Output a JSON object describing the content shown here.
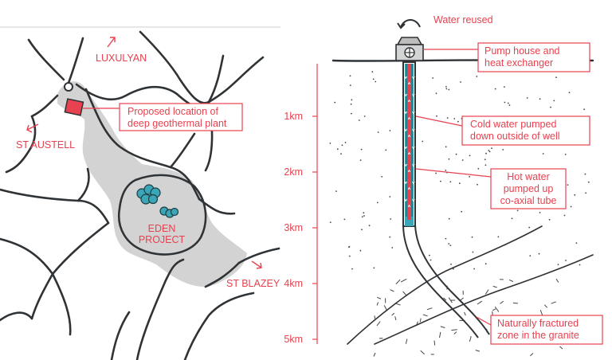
{
  "map": {
    "places": {
      "luxulyan": "LUXULYAN",
      "st_austell": "ST AUSTELL",
      "st_blazey": "ST BLAZEY",
      "eden_line1": "EDEN",
      "eden_line2": "PROJECT"
    },
    "callout": {
      "line1": "Proposed location of",
      "line2": "deep geothermal plant"
    }
  },
  "well": {
    "water_reused": "Water reused",
    "depths": [
      "1km",
      "2km",
      "3km",
      "4km",
      "5km"
    ],
    "callouts": [
      {
        "lines": [
          "Pump house and",
          "heat exchanger"
        ]
      },
      {
        "lines": [
          "Cold water pumped",
          "down outside of well"
        ]
      },
      {
        "lines": [
          "Hot water",
          "pumped up",
          "co-axial tube"
        ]
      },
      {
        "lines": [
          "Naturally fractured",
          "zone in the granite"
        ]
      }
    ]
  },
  "colors": {
    "accent": "#e8414f",
    "ink": "#2f3336",
    "area_grey": "#d3d3d3",
    "water_blue": "#3aa6b6"
  }
}
